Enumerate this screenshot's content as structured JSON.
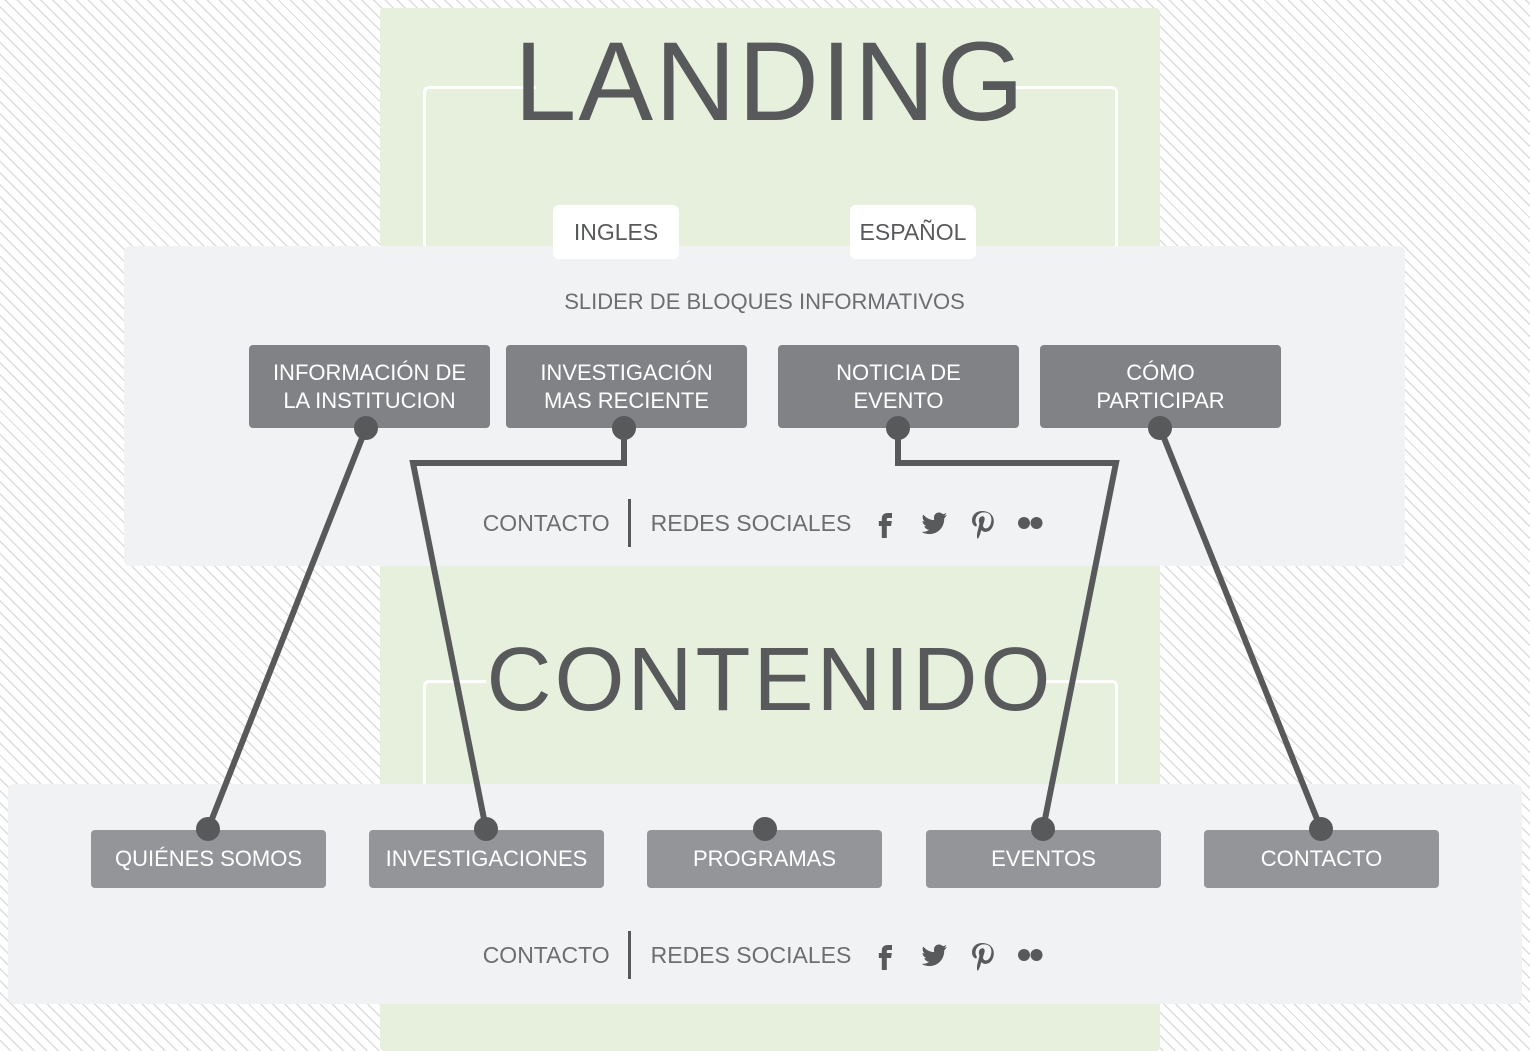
{
  "landing": {
    "title": "LANDING",
    "language_tabs": [
      "INGLES",
      "ESPAÑOL"
    ],
    "slider_label": "SLIDER DE BLOQUES INFORMATIVOS",
    "blocks": [
      "INFORMACIÓN DE\nLA INSTITUCION",
      "INVESTIGACIÓN\nMAS RECIENTE",
      "NOTICIA DE\nEVENTO",
      "CÓMO\nPARTICIPAR"
    ],
    "footer": {
      "contact": "CONTACTO",
      "social": "REDES SOCIALES"
    }
  },
  "contenido": {
    "title": "CONTENIDO",
    "sections": [
      "QUIÉNES SOMOS",
      "INVESTIGACIONES",
      "PROGRAMAS",
      "EVENTOS",
      "CONTACTO"
    ],
    "footer": {
      "contact": "CONTACTO",
      "social": "REDES SOCIALES"
    }
  },
  "social_icons": [
    "facebook-icon",
    "twitter-icon",
    "pinterest-icon",
    "flickr-icon"
  ],
  "colors": {
    "background_green": "#e6f0dd",
    "panel": "#f1f2f3",
    "box_dark": "#808285",
    "box_light": "#939598",
    "connector": "#58595b"
  }
}
